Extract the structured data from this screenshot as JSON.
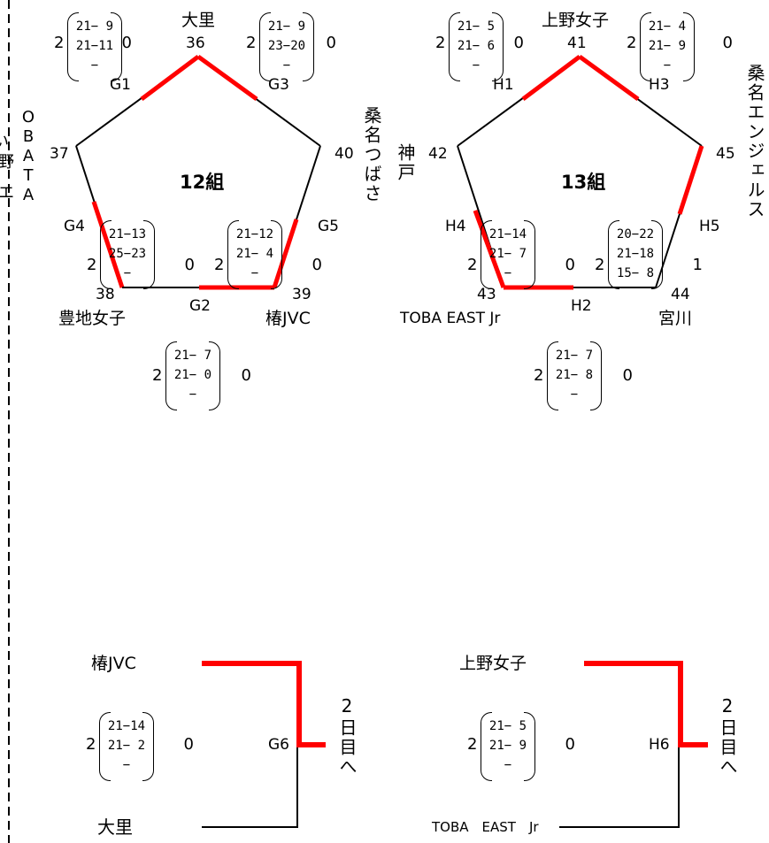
{
  "group12": {
    "title": "12組",
    "teams": {
      "top": {
        "name": "大里",
        "no": "36"
      },
      "left": {
        "name": "OBATA",
        "no": "37"
      },
      "right": {
        "name": "桑名つばさ",
        "no": "40"
      },
      "bottom_left": {
        "name": "豊地女子",
        "no": "38"
      },
      "bottom_right": {
        "name": "椿JVC",
        "no": "39"
      }
    },
    "matches": {
      "G1": {
        "label": "G1",
        "win": "2",
        "lose": "0",
        "sets": [
          "21− 9",
          "21−11",
          "−"
        ]
      },
      "G3": {
        "label": "G3",
        "win": "2",
        "lose": "0",
        "sets": [
          "21− 9",
          "23−20",
          "−"
        ]
      },
      "G4": {
        "label": "G4",
        "win": "2",
        "lose": "0",
        "sets": [
          "21−13",
          "25−23",
          "−"
        ]
      },
      "G5": {
        "label": "G5",
        "win": "2",
        "lose": "0",
        "sets": [
          "21−12",
          "21− 4",
          "−"
        ]
      },
      "G2": {
        "label": "G2",
        "win": "2",
        "lose": "0",
        "sets": [
          "21− 7",
          "21− 0",
          "−"
        ]
      }
    }
  },
  "group13": {
    "title": "13組",
    "teams": {
      "top": {
        "name": "上野女子",
        "no": "41"
      },
      "left": {
        "name": "神戸",
        "no": "42"
      },
      "right": {
        "name": "桑名エンジェルス",
        "no": "45"
      },
      "bottom_left": {
        "name": "TOBA EAST Jr",
        "no": "43"
      },
      "bottom_right": {
        "name": "宮川",
        "no": "44"
      }
    },
    "matches": {
      "H1": {
        "label": "H1",
        "win": "2",
        "lose": "0",
        "sets": [
          "21− 5",
          "21− 6",
          "−"
        ]
      },
      "H3": {
        "label": "H3",
        "win": "2",
        "lose": "0",
        "sets": [
          "21− 4",
          "21− 9",
          "−"
        ]
      },
      "H4": {
        "label": "H4",
        "win": "2",
        "lose": "0",
        "sets": [
          "21−14",
          "21− 7",
          "−"
        ]
      },
      "H5": {
        "label": "H5",
        "win": "2",
        "lose": "1",
        "sets": [
          "20−22",
          "21−18",
          "15− 8"
        ]
      },
      "H2": {
        "label": "H2",
        "win": "2",
        "lose": "0",
        "sets": [
          "21− 7",
          "21− 8",
          "−"
        ]
      }
    }
  },
  "left_fragment": {
    "top": "い",
    "bottom": "野",
    "bottom2": "エ"
  },
  "bracket12": {
    "match": {
      "label": "G6",
      "win": "2",
      "lose": "0",
      "sets": [
        "21−14",
        "21− 2",
        "−"
      ]
    },
    "team_top": "椿JVC",
    "team_bottom": "大里",
    "next": "2日目へ"
  },
  "bracket13": {
    "match": {
      "label": "H6",
      "win": "2",
      "lose": "0",
      "sets": [
        "21− 5",
        "21− 9",
        "−"
      ]
    },
    "team_top": "上野女子",
    "team_bottom": "TOBA　EAST　Jr",
    "next": "2日目へ"
  },
  "colors": {
    "win_line": "#ff0000",
    "line": "#000000"
  }
}
